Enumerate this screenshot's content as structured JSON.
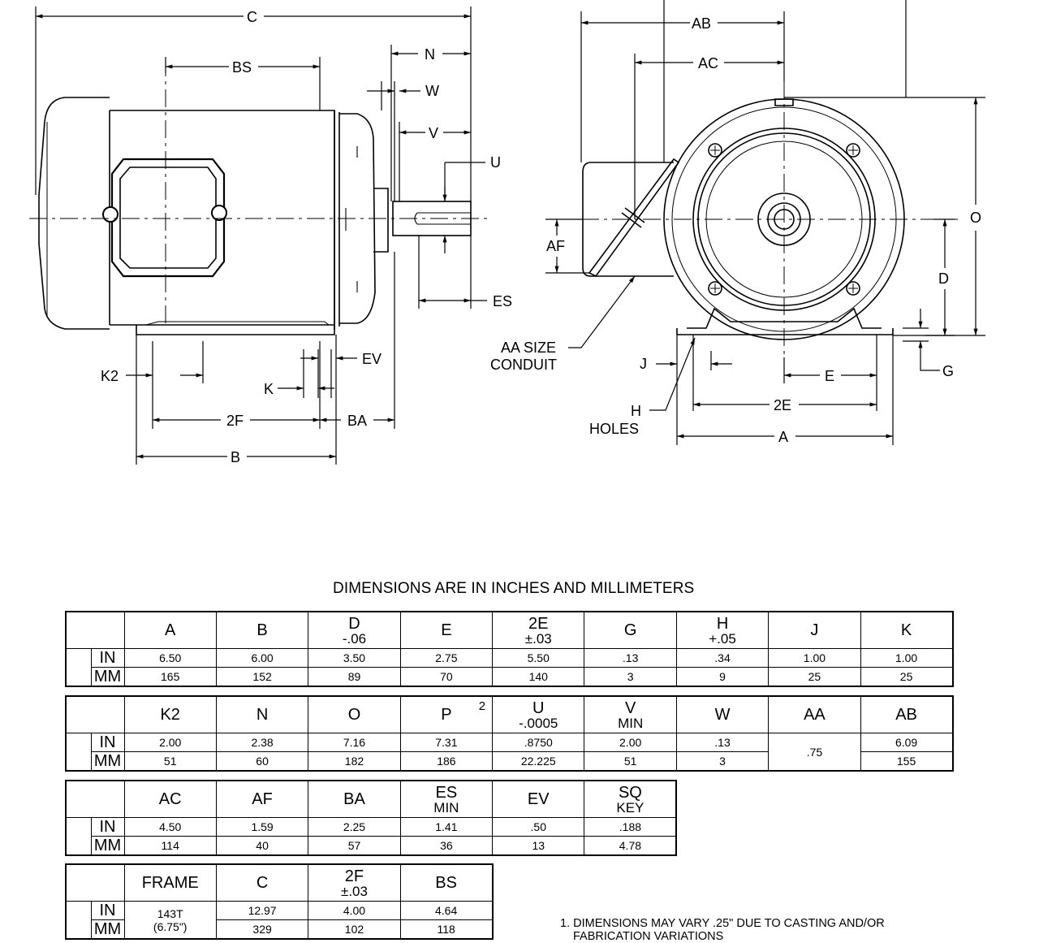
{
  "drawing_labels": {
    "C": "C",
    "BS": "BS",
    "N": "N",
    "W": "W",
    "V": "V",
    "U": "U",
    "ES": "ES",
    "EV": "EV",
    "K2": "K2",
    "K": "K",
    "F2": "2F",
    "BA": "BA",
    "B": "B",
    "AB": "AB",
    "AC": "AC",
    "O": "O",
    "AF": "AF",
    "D": "D",
    "AA_1": "AA SIZE",
    "AA_2": "CONDUIT",
    "J": "J",
    "G": "G",
    "E": "E",
    "E2": "2E",
    "H_1": "H",
    "H_2": "HOLES",
    "A": "A"
  },
  "caption": "DIMENSIONS ARE IN INCHES AND MILLIMETERS",
  "units": {
    "in": "IN",
    "mm": "MM"
  },
  "table1": {
    "headers": [
      {
        "name": "A",
        "tol": ""
      },
      {
        "name": "B",
        "tol": ""
      },
      {
        "name": "D",
        "tol": "-.06"
      },
      {
        "name": "E",
        "tol": ""
      },
      {
        "name": "2E",
        "tol": "±.03"
      },
      {
        "name": "G",
        "tol": ""
      },
      {
        "name": "H",
        "tol": "+.05"
      },
      {
        "name": "J",
        "tol": ""
      },
      {
        "name": "K",
        "tol": ""
      }
    ],
    "in": [
      "6.50",
      "6.00",
      "3.50",
      "2.75",
      "5.50",
      ".13",
      ".34",
      "1.00",
      "1.00"
    ],
    "mm": [
      "165",
      "152",
      "89",
      "70",
      "140",
      "3",
      "9",
      "25",
      "25"
    ]
  },
  "table2": {
    "headers": [
      {
        "name": "K2",
        "tol": ""
      },
      {
        "name": "N",
        "tol": ""
      },
      {
        "name": "O",
        "tol": ""
      },
      {
        "name": "P",
        "tol": "",
        "sup": "2"
      },
      {
        "name": "U",
        "tol": "-.0005"
      },
      {
        "name": "V",
        "tol": "MIN"
      },
      {
        "name": "W",
        "tol": ""
      },
      {
        "name": "AA",
        "tol": ""
      },
      {
        "name": "AB",
        "tol": ""
      }
    ],
    "in": [
      "2.00",
      "2.38",
      "7.16",
      "7.31",
      ".8750",
      "2.00",
      ".13",
      ".75",
      "6.09"
    ],
    "mm": [
      "51",
      "60",
      "182",
      "186",
      "22.225",
      "51",
      "3",
      "",
      "155"
    ]
  },
  "table3": {
    "headers": [
      {
        "name": "AC",
        "tol": ""
      },
      {
        "name": "AF",
        "tol": ""
      },
      {
        "name": "BA",
        "tol": ""
      },
      {
        "name": "ES",
        "tol": "MIN"
      },
      {
        "name": "EV",
        "tol": ""
      },
      {
        "name": "SQ",
        "tol": "KEY"
      }
    ],
    "in": [
      "4.50",
      "1.59",
      "2.25",
      "1.41",
      ".50",
      ".188"
    ],
    "mm": [
      "114",
      "40",
      "57",
      "36",
      "13",
      "4.78"
    ]
  },
  "table4": {
    "headers": [
      {
        "name": "FRAME",
        "tol": ""
      },
      {
        "name": "C",
        "tol": ""
      },
      {
        "name": "2F",
        "tol": "±.03"
      },
      {
        "name": "BS",
        "tol": ""
      }
    ],
    "frame_1": "143T",
    "frame_2": "(6.75\")",
    "in": [
      "12.97",
      "4.00",
      "4.64"
    ],
    "mm": [
      "329",
      "102",
      "118"
    ]
  },
  "note": {
    "line1": "1. DIMENSIONS MAY VARY .25\" DUE TO CASTING AND/OR",
    "line2": "FABRICATION VARIATIONS"
  }
}
